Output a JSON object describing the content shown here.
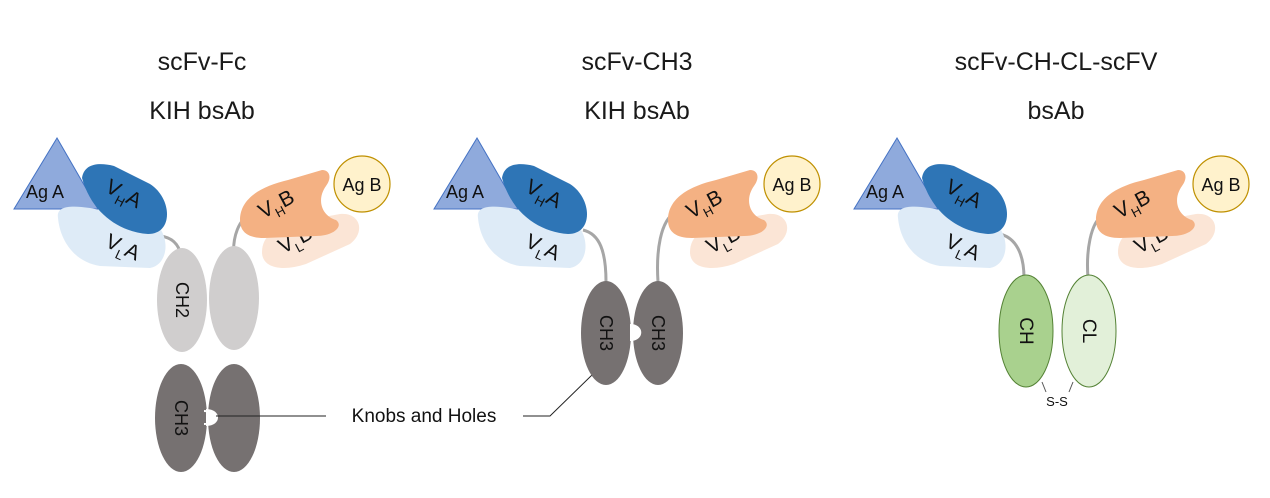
{
  "panels": [
    {
      "title_line1": "scFv-Fc",
      "title_line2": "KIH bsAb",
      "antigen_a": "Ag A",
      "antigen_b": "Ag B",
      "vh_a": "V",
      "vh_a_sub": "H",
      "vh_a_suffix": "A",
      "vl_a": "V",
      "vl_a_sub": "L",
      "vl_a_suffix": "A",
      "vh_b": "V",
      "vh_b_sub": "H",
      "vh_b_suffix": "B",
      "vl_b": "V",
      "vl_b_sub": "L",
      "vl_b_suffix": "B",
      "domain_ch2": "CH2",
      "domain_ch3": "CH3"
    },
    {
      "title_line1": "scFv-CH3",
      "title_line2": "KIH bsAb",
      "antigen_a": "Ag A",
      "antigen_b": "Ag B",
      "vh_a": "V",
      "vh_a_sub": "H",
      "vh_a_suffix": "A",
      "vl_a": "V",
      "vl_a_sub": "L",
      "vl_a_suffix": "A",
      "vh_b": "V",
      "vh_b_sub": "H",
      "vh_b_suffix": "B",
      "vl_b": "V",
      "vl_b_sub": "L",
      "vl_b_suffix": "B",
      "domain_ch3_left": "CH3",
      "domain_ch3_right": "CH3"
    },
    {
      "title_line1": "scFv-CH-CL-scFV",
      "title_line2": "bsAb",
      "antigen_a": "Ag A",
      "antigen_b": "Ag B",
      "vh_a": "V",
      "vh_a_sub": "H",
      "vh_a_suffix": "A",
      "vl_a": "V",
      "vl_a_sub": "L",
      "vl_a_suffix": "A",
      "vh_b": "V",
      "vh_b_sub": "H",
      "vh_b_suffix": "B",
      "vl_b": "V",
      "vl_b_sub": "L",
      "vl_b_suffix": "B",
      "domain_ch": "CH",
      "domain_cl": "CL",
      "disulfide": "S-S"
    }
  ],
  "annotation": {
    "knobs_holes": "Knobs and Holes"
  },
  "colors": {
    "antigen_a": "#8faadc",
    "antigen_b": "#fff2cc",
    "vh_a": "#2e75b6",
    "vl_a": "#deebf7",
    "vh_b": "#f4b183",
    "vl_b": "#fbe5d6",
    "ch2": "#d0cece",
    "ch3": "#767171",
    "ch": "#a9d18e",
    "cl": "#e2f0d9",
    "linker": "#a6a6a6"
  }
}
